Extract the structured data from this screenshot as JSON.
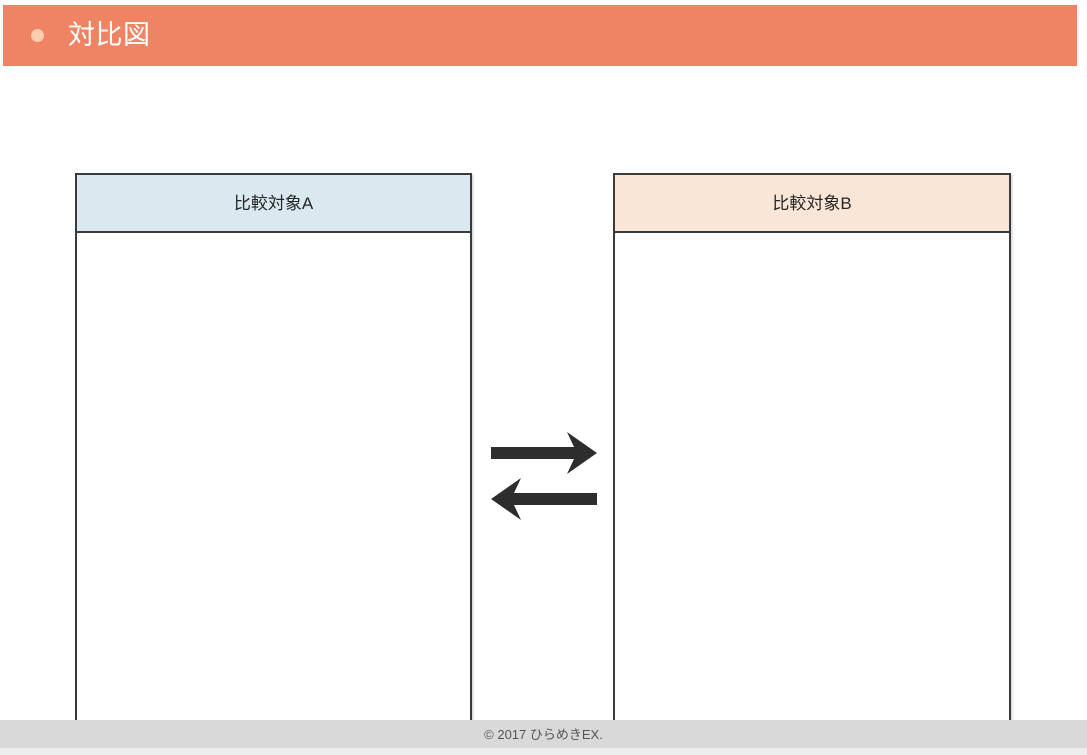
{
  "slide": {
    "title": "対比図",
    "title_bullet": "bullet-dot",
    "colors": {
      "title_bar": "#ef8465",
      "title_bullet": "#fbcdb0",
      "title_text": "#ffffff",
      "box_border": "#3b3b3b",
      "box_a_header": "#d9e9ef",
      "box_b_header": "#fae6d7",
      "arrow": "#2d2d2d",
      "footer_band": "#d9d9d9",
      "footer_text": "#555555"
    }
  },
  "comparison": {
    "left": {
      "header_label": "比較対象A",
      "body_text": ""
    },
    "right": {
      "header_label": "比較対象B",
      "body_text": ""
    },
    "arrows": [
      {
        "name": "arrow-right",
        "direction": "right"
      },
      {
        "name": "arrow-left",
        "direction": "left"
      }
    ]
  },
  "footer": {
    "copyright": "© 2017 ひらめきEX."
  }
}
